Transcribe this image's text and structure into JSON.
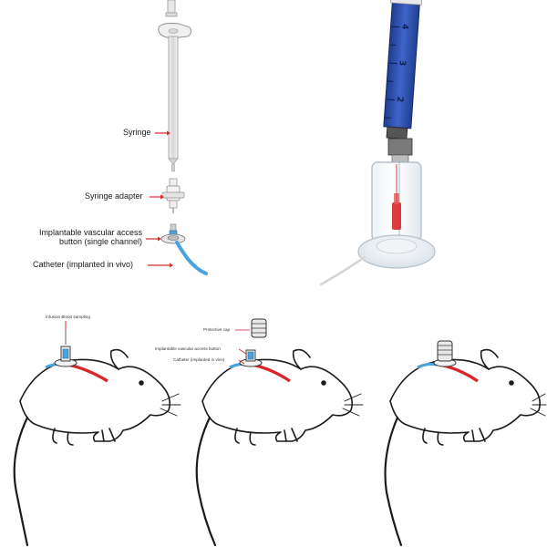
{
  "labels": {
    "syringe": "Syringe",
    "syringe_adapter": "Syringe adapter",
    "access_button_line1": "Implantable vascular access",
    "access_button_line2": "button (single channel)",
    "catheter": "Catheter (implanted in vivo)"
  },
  "rat_panels": [
    {
      "infusion": "Infusion Blood sampling"
    },
    {
      "protective_cap": "Protective cap",
      "access_button": "Implantable vascular access button",
      "catheter": "Catheter (implanted in vivo)"
    },
    {}
  ],
  "colors": {
    "arrow_red": "#d62b2b",
    "catheter_blue": "#4aa3df",
    "vessel_red": "#d9262a",
    "syringe_barrel": "#2f4fa8",
    "outline": "#1c1c1c"
  },
  "icons": {
    "syringe": "syringe-icon",
    "adapter": "syringe-adapter-icon",
    "button": "vascular-access-button-icon",
    "rat": "rat-illustration",
    "cap": "protective-cap-icon"
  }
}
